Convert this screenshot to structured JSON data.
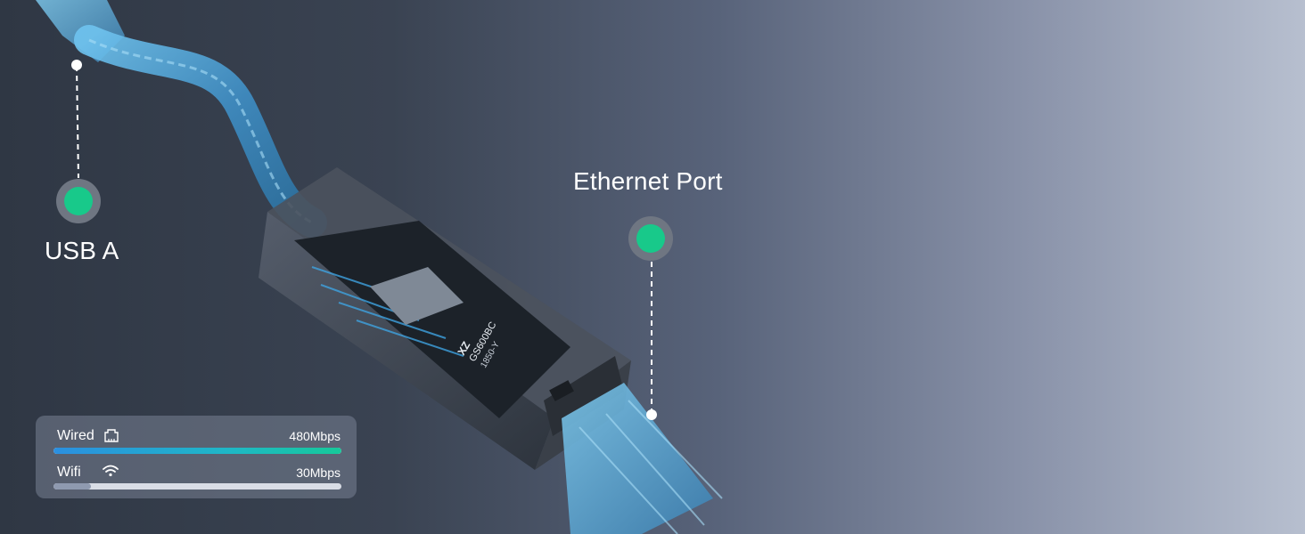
{
  "callouts": {
    "usb": {
      "label": "USB A"
    },
    "ethernet": {
      "label": "Ethernet Port"
    }
  },
  "chip_text": {
    "brand": "XZ",
    "model": "GS600BC",
    "code": "1850-Y"
  },
  "speeds": {
    "wired": {
      "label": "Wired",
      "value": "480Mbps",
      "fill_fraction": 1.0
    },
    "wifi": {
      "label": "Wifi",
      "value": "30Mbps",
      "fill_fraction": 0.13
    }
  },
  "colors": {
    "callout_dot": "#18c98a",
    "cable_blue": "#4aa3d8",
    "wired_bar": "#16c99a",
    "wifi_bar": "#8f9ab0"
  },
  "icons": {
    "wired": "ethernet-port-icon",
    "wifi": "wifi-icon"
  }
}
